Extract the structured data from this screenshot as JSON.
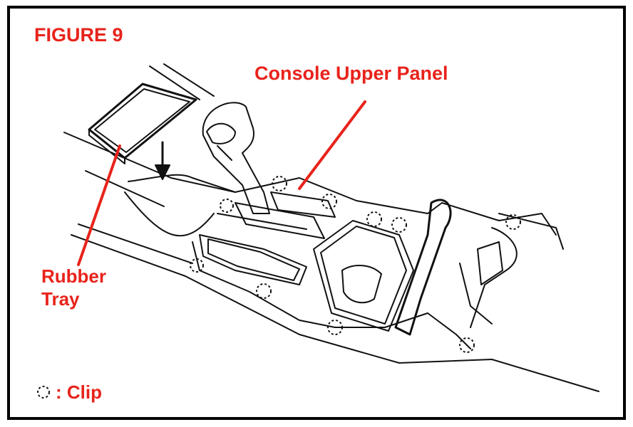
{
  "figure": {
    "title": "FIGURE 9",
    "labels": {
      "console_upper_panel": "Console Upper Panel",
      "rubber_tray_line1": "Rubber",
      "rubber_tray_line2": "Tray"
    },
    "legend": {
      "symbol": "dashed-circle-icon",
      "text": ": Clip"
    }
  },
  "colors": {
    "label": "#e8231b",
    "line": "#000000",
    "background": "#ffffff"
  }
}
